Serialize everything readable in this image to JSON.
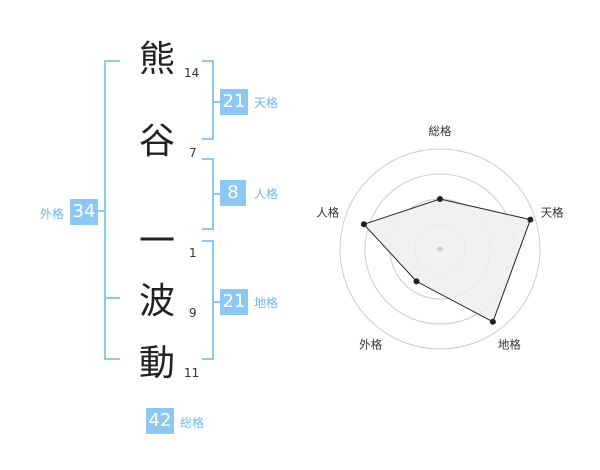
{
  "name": {
    "chars": [
      {
        "char": "熊",
        "strokes": "14"
      },
      {
        "char": "谷",
        "strokes": "7"
      },
      {
        "char": "一",
        "strokes": "1"
      },
      {
        "char": "波",
        "strokes": "9"
      },
      {
        "char": "動",
        "strokes": "11"
      }
    ]
  },
  "kaku": {
    "tenkaku": {
      "value": "21",
      "label": "天格"
    },
    "jinkaku": {
      "value": "8",
      "label": "人格"
    },
    "chikaku": {
      "value": "21",
      "label": "地格"
    },
    "gaikaku": {
      "value": "34",
      "label": "外格"
    },
    "soukaku": {
      "value": "42",
      "label": "総格"
    }
  },
  "chart_data": {
    "type": "radar",
    "axes": [
      "総格",
      "天格",
      "地格",
      "外格",
      "人格"
    ],
    "values": [
      0.5,
      0.95,
      0.9,
      0.4,
      0.8
    ],
    "max": 1,
    "rings": 4,
    "fill_color": "#efefef",
    "line_color": "#222222",
    "ring_color": "#cccccc"
  },
  "colors": {
    "accent": "#8cc8ef",
    "label": "#6fb8e6"
  }
}
